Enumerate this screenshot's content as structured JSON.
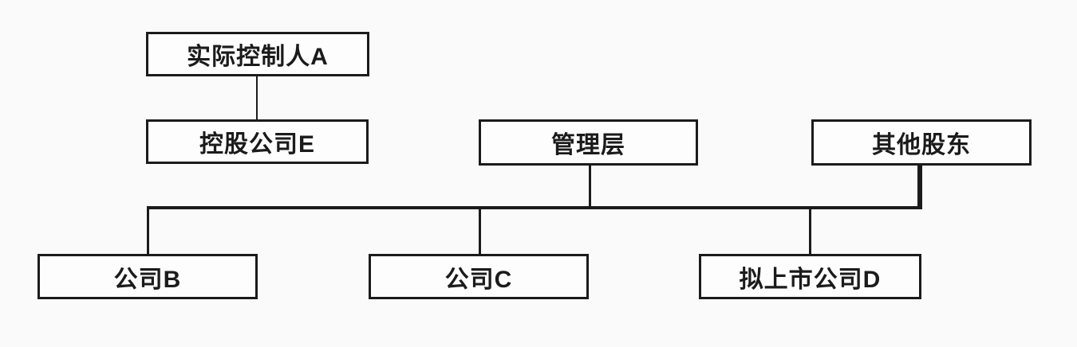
{
  "diagram": {
    "type": "equity-structure-org-chart",
    "nodes": {
      "controller_a": {
        "label": "实际控制人A"
      },
      "holding_e": {
        "label": "控股公司E"
      },
      "management": {
        "label": "管理层"
      },
      "other_shareholders": {
        "label": "其他股东"
      },
      "company_b": {
        "label": "公司B"
      },
      "company_c": {
        "label": "公司C"
      },
      "listco_d": {
        "label": "拟上市公司D"
      }
    },
    "edges": [
      {
        "from": "controller_a",
        "to": "holding_e"
      },
      {
        "from": "management",
        "to": "bus"
      },
      {
        "from": "other_shareholders",
        "to": "bus"
      },
      {
        "from": "bus",
        "to": "company_b"
      },
      {
        "from": "bus",
        "to": "company_c"
      },
      {
        "from": "bus",
        "to": "listco_d"
      }
    ],
    "colors": {
      "line": "#1b1b1b",
      "box_fill": "#fdfdfd",
      "background": "#fafafa"
    }
  }
}
